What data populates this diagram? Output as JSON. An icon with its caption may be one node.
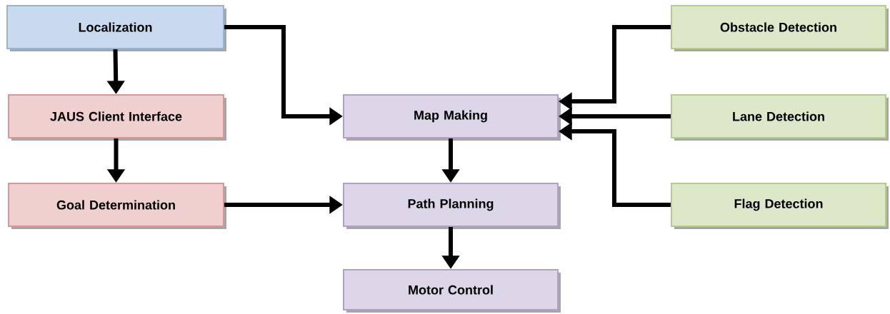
{
  "diagram": {
    "nodes": [
      {
        "text": [
          "Localization"
        ]
      },
      {
        "text": [
          "JAUS Client Interface"
        ]
      },
      {
        "text": [
          "Goal Determination"
        ]
      },
      {
        "text": [
          "Map Making"
        ]
      },
      {
        "text": [
          "Path Planning"
        ]
      },
      {
        "text": [
          "Motor Control"
        ]
      },
      {
        "text": [
          "Obstacle Detection"
        ]
      },
      {
        "text": [
          "Lane Detection"
        ]
      },
      {
        "text": [
          "Flag Detection"
        ]
      }
    ],
    "edges": [
      {
        "from": 0,
        "to": 1,
        "arrow": "to"
      },
      {
        "from": 1,
        "to": 2,
        "arrow": "to"
      },
      {
        "from": 0,
        "to": 3,
        "arrow": "to"
      },
      {
        "from": 2,
        "to": 4,
        "arrow": "to"
      },
      {
        "from": 3,
        "to": 4,
        "arrow": "to"
      },
      {
        "from": 4,
        "to": 5,
        "arrow": "to"
      },
      {
        "from": 6,
        "to": 3,
        "arrow": "to"
      },
      {
        "from": 7,
        "to": 3,
        "arrow": "to"
      },
      {
        "from": 8,
        "to": 3,
        "arrow": "to"
      }
    ]
  }
}
